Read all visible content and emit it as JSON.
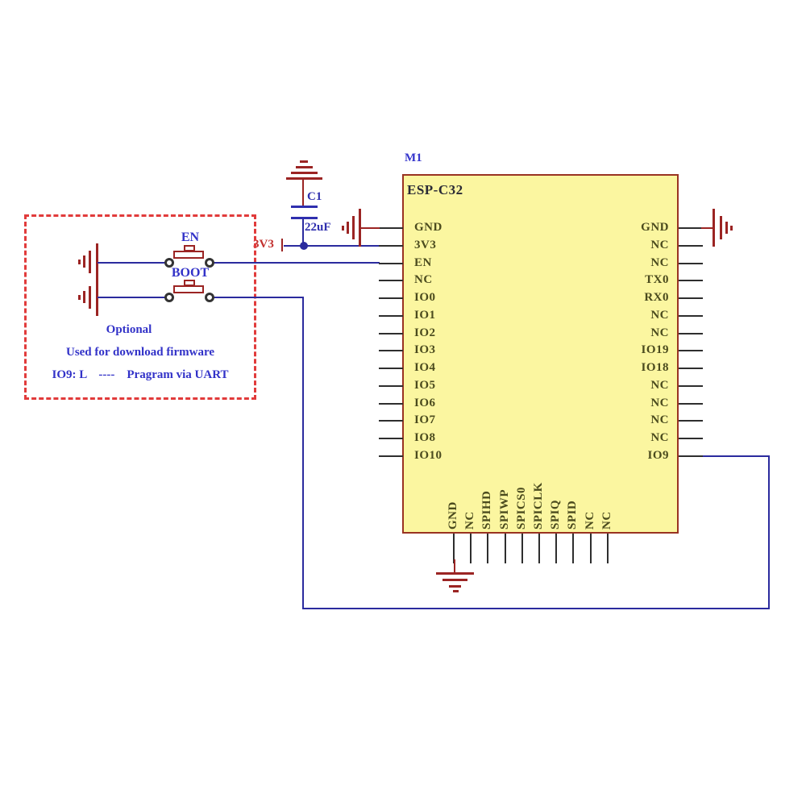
{
  "schematic": {
    "module": {
      "ref": "M1",
      "name": "ESP-C32",
      "left_pins": [
        "GND",
        "3V3",
        "EN",
        "NC",
        "IO0",
        "IO1",
        "IO2",
        "IO3",
        "IO4",
        "IO5",
        "IO6",
        "IO7",
        "IO8",
        "IO10"
      ],
      "right_pins": [
        "GND",
        "NC",
        "NC",
        "TX0",
        "RX0",
        "NC",
        "NC",
        "IO19",
        "IO18",
        "NC",
        "NC",
        "NC",
        "NC",
        "IO9"
      ],
      "bottom_pins": [
        "GND",
        "NC",
        "SPIHD",
        "SPIWP",
        "SPICS0",
        "SPICLK",
        "SPIQ",
        "SPID",
        "NC",
        "NC"
      ]
    },
    "capacitor": {
      "ref": "C1",
      "value": "22uF"
    },
    "net_labels": {
      "v33": "3V3"
    },
    "buttons": {
      "en": "EN",
      "boot": "BOOT"
    },
    "note_box": {
      "lines": [
        "Optional",
        "Used for download firmware",
        "IO9: L    ----    Pragram via UART"
      ]
    },
    "colors": {
      "wire_blue": "#2b2b9e",
      "component_red": "#9b2423",
      "dashed_red": "#e13b3b",
      "chip_fill": "#fbf6a0",
      "chip_border": "#993322",
      "pin_black": "#2e2e2e",
      "pin_text": "#4b4b1e",
      "label_blue": "#3232c8",
      "net_red": "#c2302e",
      "cap_navy": "#2f2fae"
    }
  }
}
